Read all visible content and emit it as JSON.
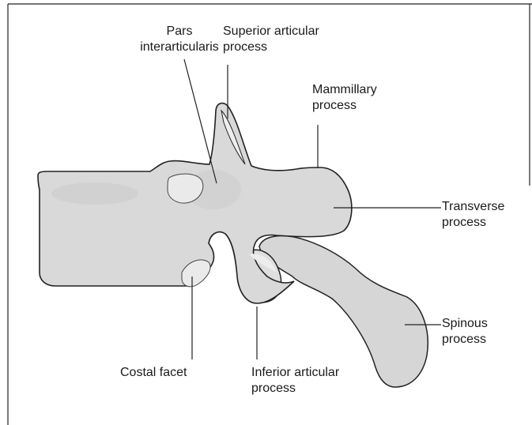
{
  "diagram": {
    "colors": {
      "bone_fill": "#d9d9d9",
      "bone_shadow": "#c4c4c4",
      "facet_fill": "#eaeaea",
      "outline": "#222222",
      "frame": "#222222"
    },
    "labels": {
      "pars": {
        "line1": "Pars",
        "line2": "interarticularis"
      },
      "superior_articular": {
        "line1": "Superior articular",
        "line2": "process"
      },
      "mammillary": {
        "line1": "Mammillary",
        "line2": "process"
      },
      "transverse": {
        "line1": "Transverse",
        "line2": "process"
      },
      "spinous": {
        "line1": "Spinous",
        "line2": "process"
      },
      "costal_facet": {
        "line1": "Costal facet"
      },
      "inferior_articular": {
        "line1": "Inferior articular",
        "line2": "process"
      }
    }
  }
}
